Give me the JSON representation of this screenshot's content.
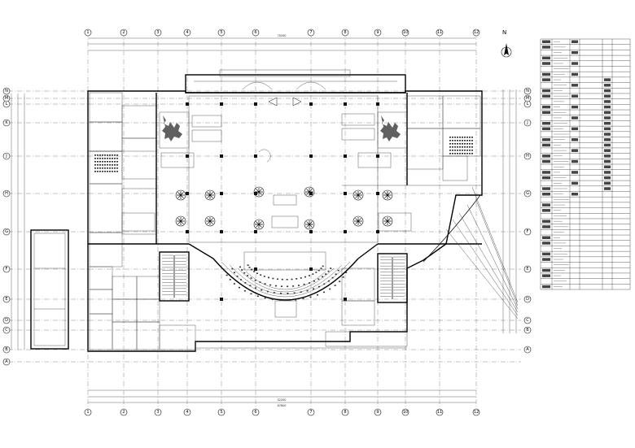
{
  "drawing": {
    "north_label": "N",
    "top_axes": [
      "1",
      "2",
      "3",
      "4",
      "5",
      "6",
      "7",
      "8",
      "9",
      "10",
      "11",
      "12"
    ],
    "left_axes": [
      "N",
      "M",
      "L",
      "K",
      "J",
      "H",
      "G",
      "F",
      "E",
      "D",
      "C",
      "B",
      "A"
    ],
    "right_axes": [
      "N",
      "M",
      "L",
      "J",
      "H",
      "G",
      "F",
      "E",
      "D",
      "C",
      "B",
      "A"
    ],
    "overall_dims": {
      "top": "70200",
      "bottom_partial": "52200",
      "bottom": "67600"
    },
    "schedule_rows": 46
  }
}
